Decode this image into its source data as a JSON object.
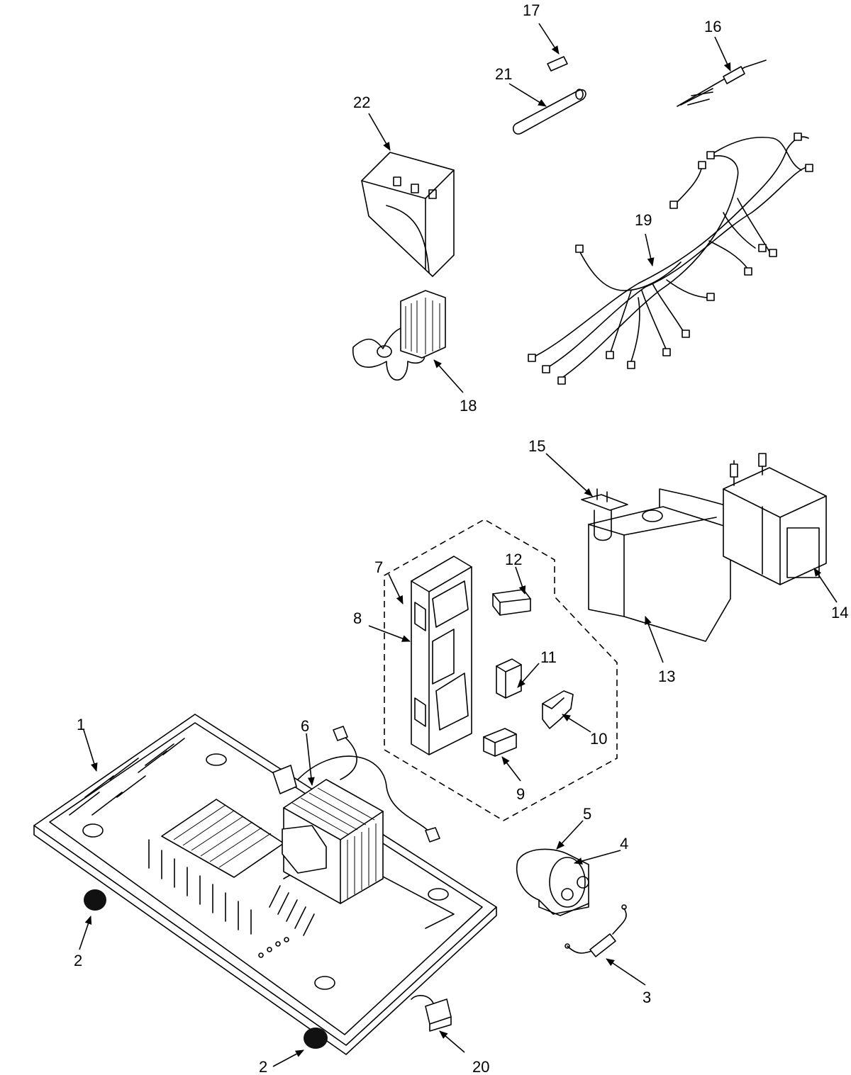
{
  "parts": [
    {
      "id": "part-1",
      "label": "1"
    },
    {
      "id": "part-2a",
      "label": "2"
    },
    {
      "id": "part-2b",
      "label": "2"
    },
    {
      "id": "part-3",
      "label": "3"
    },
    {
      "id": "part-4",
      "label": "4"
    },
    {
      "id": "part-5",
      "label": "5"
    },
    {
      "id": "part-6",
      "label": "6"
    },
    {
      "id": "part-7",
      "label": "7"
    },
    {
      "id": "part-8",
      "label": "8"
    },
    {
      "id": "part-9",
      "label": "9"
    },
    {
      "id": "part-10",
      "label": "10"
    },
    {
      "id": "part-11",
      "label": "11"
    },
    {
      "id": "part-12",
      "label": "12"
    },
    {
      "id": "part-13",
      "label": "13"
    },
    {
      "id": "part-14",
      "label": "14"
    },
    {
      "id": "part-15",
      "label": "15"
    },
    {
      "id": "part-16",
      "label": "16"
    },
    {
      "id": "part-17",
      "label": "17"
    },
    {
      "id": "part-18",
      "label": "18"
    },
    {
      "id": "part-19",
      "label": "19"
    },
    {
      "id": "part-20",
      "label": "20"
    },
    {
      "id": "part-21",
      "label": "21"
    },
    {
      "id": "part-22",
      "label": "22"
    }
  ]
}
